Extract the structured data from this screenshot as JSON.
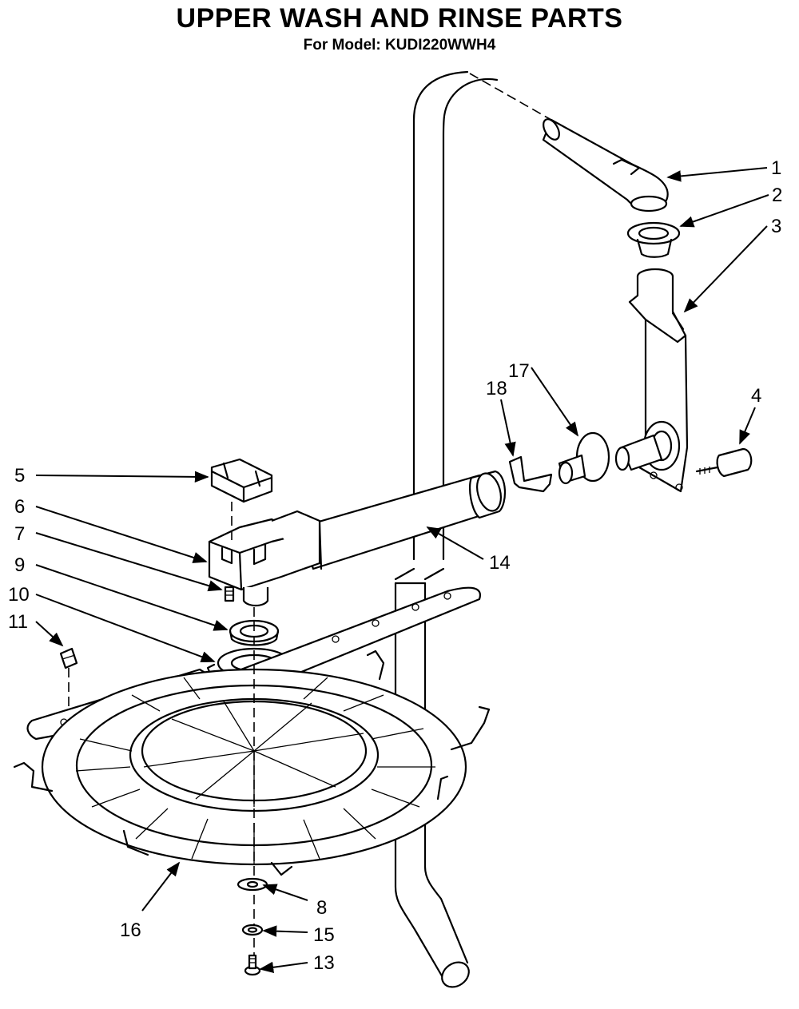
{
  "header": {
    "title": "UPPER WASH AND RINSE PARTS",
    "subtitle": "For Model: KUDI220WWH4"
  },
  "callouts": [
    "1",
    "2",
    "3",
    "4",
    "5",
    "6",
    "7",
    "8",
    "9",
    "10",
    "11",
    "13",
    "14",
    "15",
    "16",
    "17",
    "18"
  ]
}
